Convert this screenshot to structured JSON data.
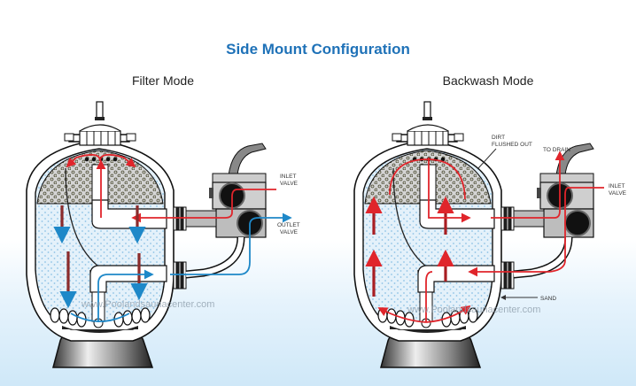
{
  "title": "Side Mount Configuration",
  "panels": [
    {
      "id": "filter",
      "label": "Filter Mode",
      "annotations": {
        "inlet_line1": "INLET",
        "inlet_line2": "VALVE",
        "outlet_line1": "OUTLET",
        "outlet_line2": "VALVE"
      },
      "watermark": "www.Poolandsaunacenter.com"
    },
    {
      "id": "backwash",
      "label": "Backwash Mode",
      "annotations": {
        "dirt_line1": "DIRT",
        "dirt_line2": "FLUSHED OUT",
        "to_drain": "TO DRAIN",
        "inlet_line1": "INLET",
        "inlet_line2": "VALVE",
        "sand": "SAND"
      },
      "watermark": "www.Poolandsaunacenter.com"
    }
  ],
  "colors": {
    "title": "#1f72b8",
    "flow_dirty": "#e0252b",
    "flow_clean": "#1e88c8",
    "sand": "#d6e9f6",
    "gravel": "#d9d9d9"
  }
}
